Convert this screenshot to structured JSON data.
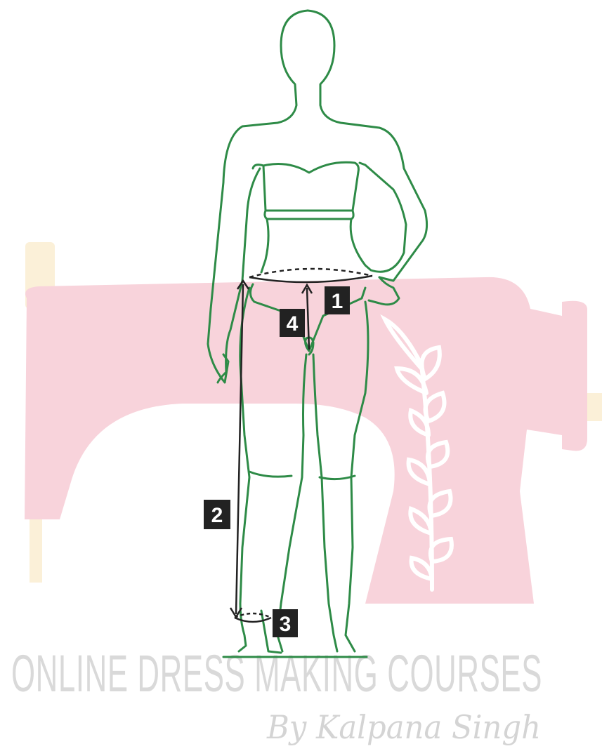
{
  "colors": {
    "outline": "#2e8b47",
    "measure": "#222222",
    "marker_bg": "#222222",
    "watermark_pink": "#f8d3db",
    "watermark_cream": "#fbf0d8",
    "watermark_text": "#d9d9d9"
  },
  "markers": [
    {
      "id": "1",
      "label": "1"
    },
    {
      "id": "2",
      "label": "2"
    },
    {
      "id": "3",
      "label": "3"
    },
    {
      "id": "4",
      "label": "4"
    }
  ],
  "watermark": {
    "title": "ONLINE DRESS MAKING COURSES",
    "subtitle": "By Kalpana Singh",
    "icon": "sewing-machine-icon"
  }
}
